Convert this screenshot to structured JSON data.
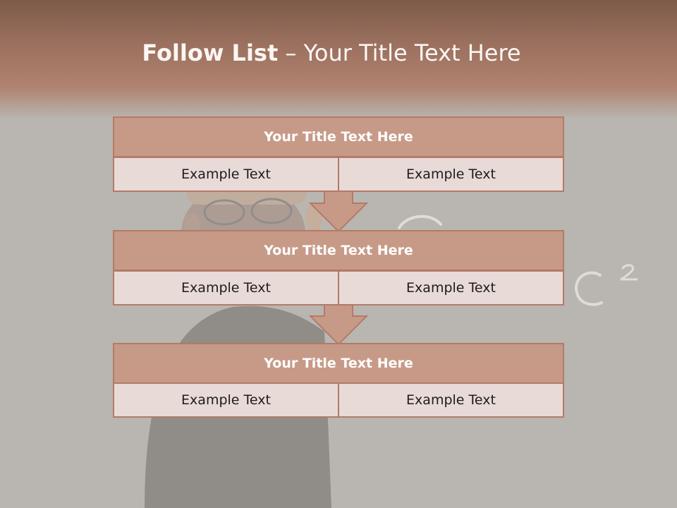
{
  "slide": {
    "title_bold": "Follow List",
    "title_rest": "  – Your Title Text Here"
  },
  "steps": [
    {
      "title": "Your Title Text Here",
      "left": "Example Text",
      "right": "Example Text"
    },
    {
      "title": "Your Title Text Here",
      "left": "Example Text",
      "right": "Example Text"
    },
    {
      "title": "Your Title Text Here",
      "left": "Example Text",
      "right": "Example Text"
    }
  ],
  "colors": {
    "header_band": "#9a6f5d",
    "block_title": "#c79a88",
    "block_border": "#b37a68",
    "block_row": "#e8dad7"
  },
  "icons": {
    "connector": "down-arrow-icon"
  }
}
